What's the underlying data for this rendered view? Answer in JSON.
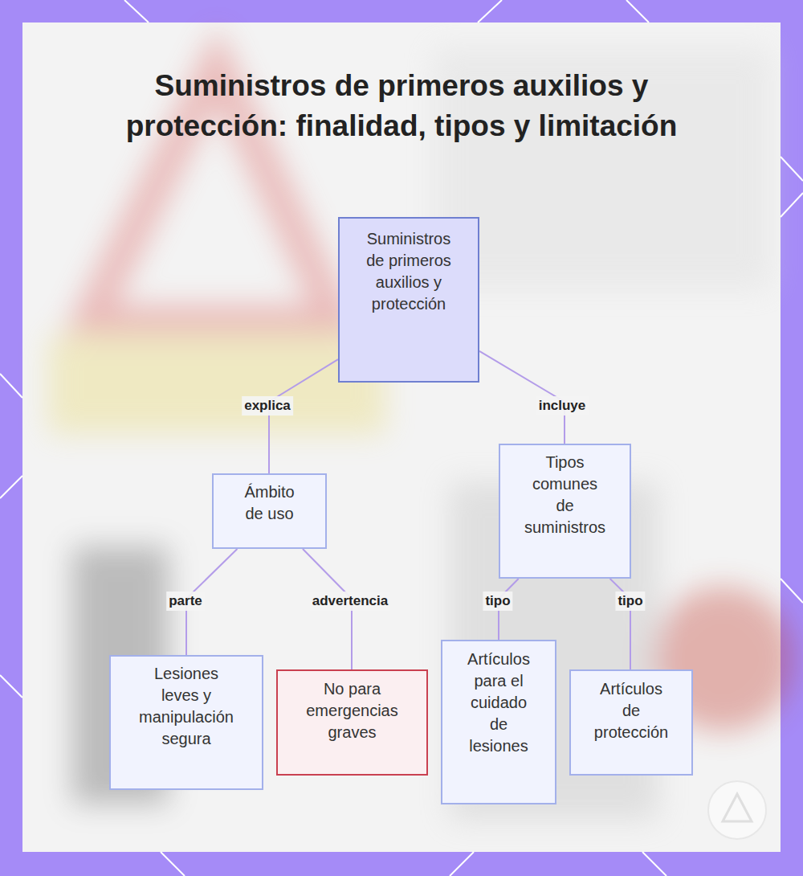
{
  "diagram": {
    "title": "Suministros de primeros auxilios y protección: finalidad, tipos y limitación",
    "nodes": [
      {
        "text": [
          "Suministros de primeros auxilios y protección"
        ]
      },
      {
        "text": [
          "Ámbito de uso"
        ]
      },
      {
        "text": [
          "Tipos comunes de suministros"
        ]
      },
      {
        "text": [
          "Lesiones leves y manipulación segura"
        ]
      },
      {
        "text": [
          "No para emergencias graves"
        ]
      },
      {
        "text": [
          "Artículos para el cuidado de lesiones"
        ]
      },
      {
        "text": [
          "Artículos de protección"
        ]
      }
    ],
    "edges": [
      {
        "from": 0,
        "to": 1,
        "label": "explica",
        "arrow": "none"
      },
      {
        "from": 0,
        "to": 2,
        "label": "incluye",
        "arrow": "none"
      },
      {
        "from": 1,
        "to": 3,
        "label": "parte",
        "arrow": "none"
      },
      {
        "from": 1,
        "to": 4,
        "label": "advertencia",
        "arrow": "none"
      },
      {
        "from": 2,
        "to": 5,
        "label": "tipo",
        "arrow": "none"
      },
      {
        "from": 2,
        "to": 6,
        "label": "tipo",
        "arrow": "none"
      }
    ]
  }
}
